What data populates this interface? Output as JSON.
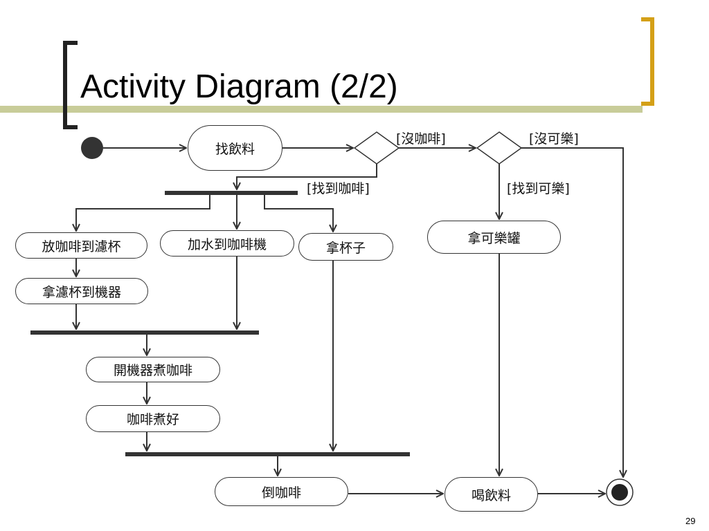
{
  "slide": {
    "title": "Activity Diagram (2/2)",
    "page_number": "29"
  },
  "colors": {
    "bracket": "#D4A017",
    "band": "#C8CC99",
    "line": "#333333",
    "bar": "#333333"
  },
  "diagram": {
    "activities": {
      "find_drink": "找飲料",
      "put_coffee_filter": "放咖啡到濾杯",
      "add_water": "加水到咖啡機",
      "take_cup": "拿杯子",
      "take_cola": "拿可樂罐",
      "filter_to_machine": "拿濾杯到機器",
      "brew_coffee": "開機器煮咖啡",
      "coffee_ready": "咖啡煮好",
      "pour_coffee": "倒咖啡",
      "drink": "喝飲料"
    },
    "guards": {
      "no_coffee": "[沒咖啡]",
      "no_cola": "[沒可樂]",
      "found_coffee": "[找到咖啡]",
      "found_cola": "[找到可樂]"
    }
  }
}
